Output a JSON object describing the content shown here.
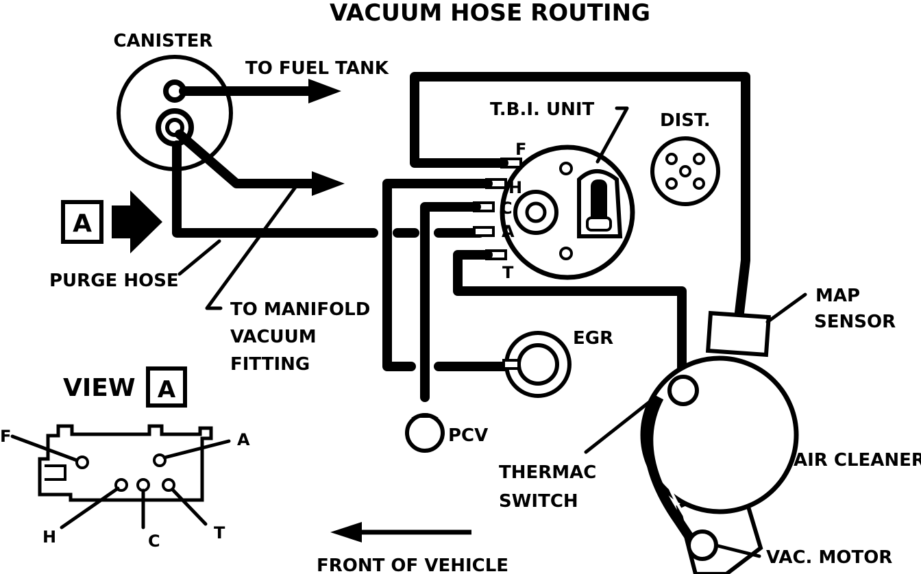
{
  "title": "VACUUM HOSE ROUTING",
  "labels": {
    "canister": "CANISTER",
    "to_fuel_tank": "TO FUEL TANK",
    "tbi_unit": "T.B.I. UNIT",
    "dist": "DIST.",
    "port_f": "F",
    "port_h": "H",
    "port_c": "C",
    "port_a": "A",
    "port_t": "T",
    "view_marker": "A",
    "purge_hose": "PURGE HOSE",
    "to_manifold_1": "TO MANIFOLD",
    "to_manifold_2": "VACUUM",
    "to_manifold_3": "FITTING",
    "egr": "EGR",
    "map_1": "MAP",
    "map_2": "SENSOR",
    "pcv": "PCV",
    "air_cleaner": "AIR CLEANER",
    "thermac_1": "THERMAC",
    "thermac_2": "SWITCH",
    "vac_motor": "VAC. MOTOR",
    "view_a_word": "VIEW",
    "view_a_box": "A",
    "inset_f": "F",
    "inset_a": "A",
    "inset_h": "H",
    "inset_c": "C",
    "inset_t": "T",
    "front_of_vehicle": "FRONT OF VEHICLE"
  }
}
